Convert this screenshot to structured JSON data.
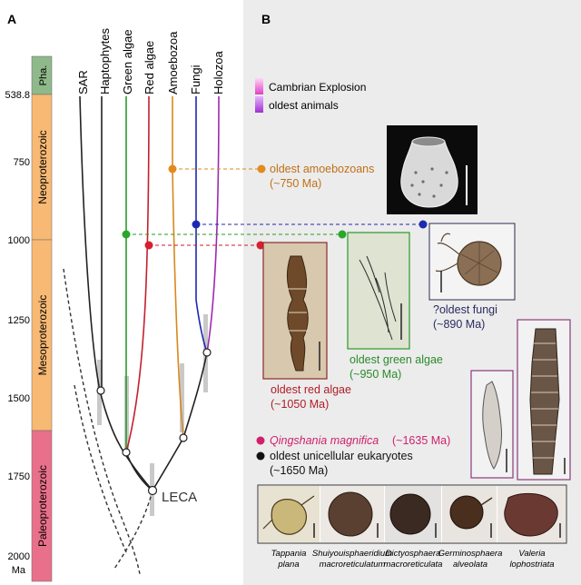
{
  "panel_a_label": "A",
  "panel_b_label": "B",
  "time_axis": {
    "ticks": [
      {
        "value": 538.8,
        "label": "538.8"
      },
      {
        "value": 750,
        "label": "750"
      },
      {
        "value": 1000,
        "label": "1000"
      },
      {
        "value": 1250,
        "label": "1250"
      },
      {
        "value": 1500,
        "label": "1500"
      },
      {
        "value": 1750,
        "label": "1750"
      },
      {
        "value": 2000,
        "label": "2000"
      }
    ],
    "unit": "Ma"
  },
  "eras": [
    {
      "name": "Pha.",
      "color": "#8fb98a"
    },
    {
      "name": "Neoproterozoic",
      "color": "#f8b974"
    },
    {
      "name": "Mesoproterozoic",
      "color": "#f8b974"
    },
    {
      "name": "Paleoproterozoic",
      "color": "#e9708a"
    }
  ],
  "lineages": [
    {
      "name": "SAR",
      "color": "#222222"
    },
    {
      "name": "Haptophytes",
      "color": "#222222"
    },
    {
      "name": "Green algae",
      "color": "#2a9a2a"
    },
    {
      "name": "Red algae",
      "color": "#c2202c"
    },
    {
      "name": "Amoebozoa",
      "color": "#d8881c"
    },
    {
      "name": "Fungi",
      "color": "#1c2ab0"
    },
    {
      "name": "Holozoa",
      "color": "#9c2aae"
    }
  ],
  "leca_label": "LECA",
  "legend": [
    {
      "label": "Cambrian Explosion",
      "color": "#e040c8"
    },
    {
      "label": "oldest animals",
      "color": "#a030d0"
    }
  ],
  "fossil_captions": {
    "amoebozoans": {
      "title": "oldest amoebozoans",
      "age": "(~750 Ma)",
      "color": "#c07018"
    },
    "fungi": {
      "title": "?oldest fungi",
      "age": "(~890 Ma)",
      "color": "#2a2a60"
    },
    "green_algae": {
      "title": "oldest green algae",
      "age": "(~950 Ma)",
      "color": "#2a8a2a"
    },
    "red_algae": {
      "title": "oldest red algae",
      "age": "(~1050 Ma)",
      "color": "#b01c28"
    }
  },
  "bottom_legend": {
    "qingshania": {
      "species": "Qingshania magnifica",
      "age": "(~1635 Ma)",
      "color": "#d0206c"
    },
    "unicellular": {
      "line1": "oldest unicellular eukaryotes",
      "line2": "(~1650 Ma)"
    }
  },
  "specimens": [
    {
      "genus": "Tappania",
      "species": "plana"
    },
    {
      "genus": "Shuiyouisphaeridium",
      "species": "macroreticulatum"
    },
    {
      "genus": "Dictyosphaera",
      "species": "macroreticulata"
    },
    {
      "genus": "Germinosphaera",
      "species": "alveolata"
    },
    {
      "genus": "Valeria",
      "species": "lophostriata"
    }
  ]
}
